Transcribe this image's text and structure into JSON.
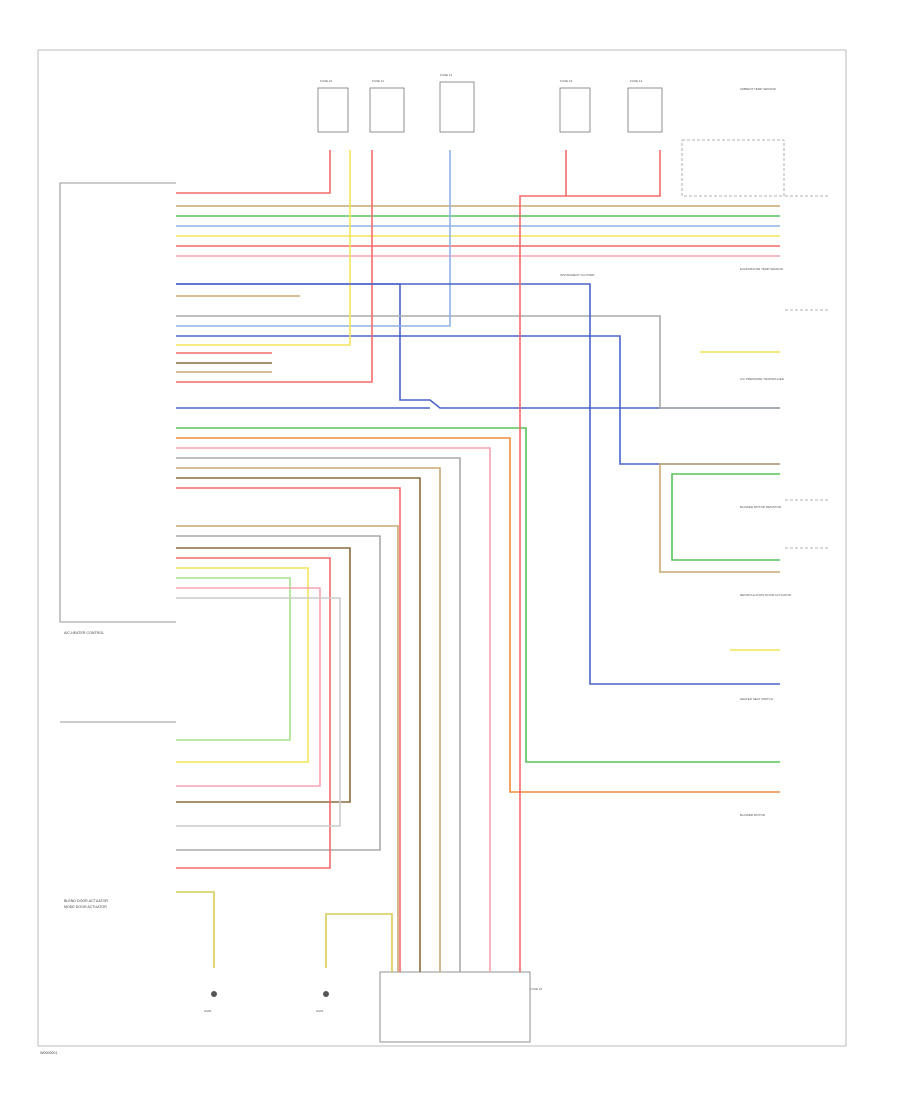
{
  "diagram": {
    "footer_code": "W0000001",
    "module_name": "A/C-HEATER CONTROL",
    "blend_door_label": "BLEND DOOR ACTUATOR",
    "mode_door_label": "MODE DOOR ACTUATOR",
    "ground_labels": [
      "G200",
      "G201"
    ],
    "fuse_labels": [
      "FUSE 10",
      "FUSE 11",
      "FUSE 12",
      "FUSE 13",
      "FUSE 14",
      "FUSE 15"
    ],
    "right_components": [
      "AMBIENT TEMP SENSOR",
      "EVAPORATOR TEMP SENSOR",
      "A/C PRESSURE TRANSDUCER",
      "BLOWER MOTOR RESISTOR",
      "RECIRCULATION DOOR ACTUATOR",
      "HEATED SEAT SWITCH",
      "BLOWER MOTOR",
      "INSTRUMENT CLUSTER"
    ],
    "colors": {
      "red": "#f46b6b",
      "pink": "#f5a3b0",
      "green": "#59c35a",
      "blue": "#4b63c8",
      "yellow": "#f4e45a",
      "orange": "#f08a3e",
      "tan": "#c9a873",
      "brown": "#8b6a3e",
      "gray": "#aaaaaa",
      "lightblue": "#8fb2e6",
      "lightgreen": "#a9df8e",
      "black": "#444444"
    }
  }
}
